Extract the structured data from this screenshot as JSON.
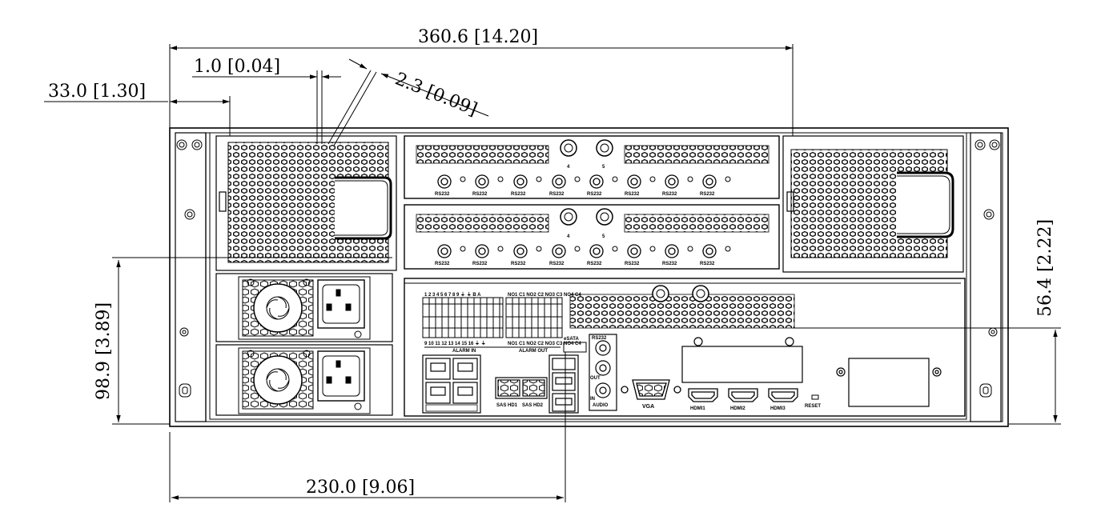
{
  "dimensions": {
    "overall_width": "360.6 [14.20]",
    "ear_offset": "33.0 [1.30]",
    "gap_small": "1.0 [0.04]",
    "gap_slot": "2.3 [0.09]",
    "lower_height": "98.9 [3.89]",
    "right_height": "56.4 [2.22]",
    "bottom_width": "230.0 [9.06]"
  },
  "ports": {
    "rs232": "RS232",
    "channel_4": "4",
    "channel_5": "5",
    "alarm_in_numbers": "1 2 3 4 5 6 7 8 9 ⏚ ⏚ B A",
    "alarm_in_numbers_2": "9 10 11 12 13 14 15 16 ⏚ ⏚",
    "alarm_in": "ALARM IN",
    "alarm_out_numbers": "NO1 C1 NO2 C2 NO3 C3 NO4 C4",
    "alarm_out": "ALARM OUT",
    "esata": "eSATA",
    "sas1": "SAS HD1",
    "sas2": "SAS HD2",
    "audio": "AUDIO",
    "out": "OUT",
    "in": "IN",
    "vga": "VGA",
    "hdmi1": "HDMI1",
    "hdmi2": "HDMI2",
    "hdmi3": "HDMI3",
    "reset": "RESET"
  }
}
